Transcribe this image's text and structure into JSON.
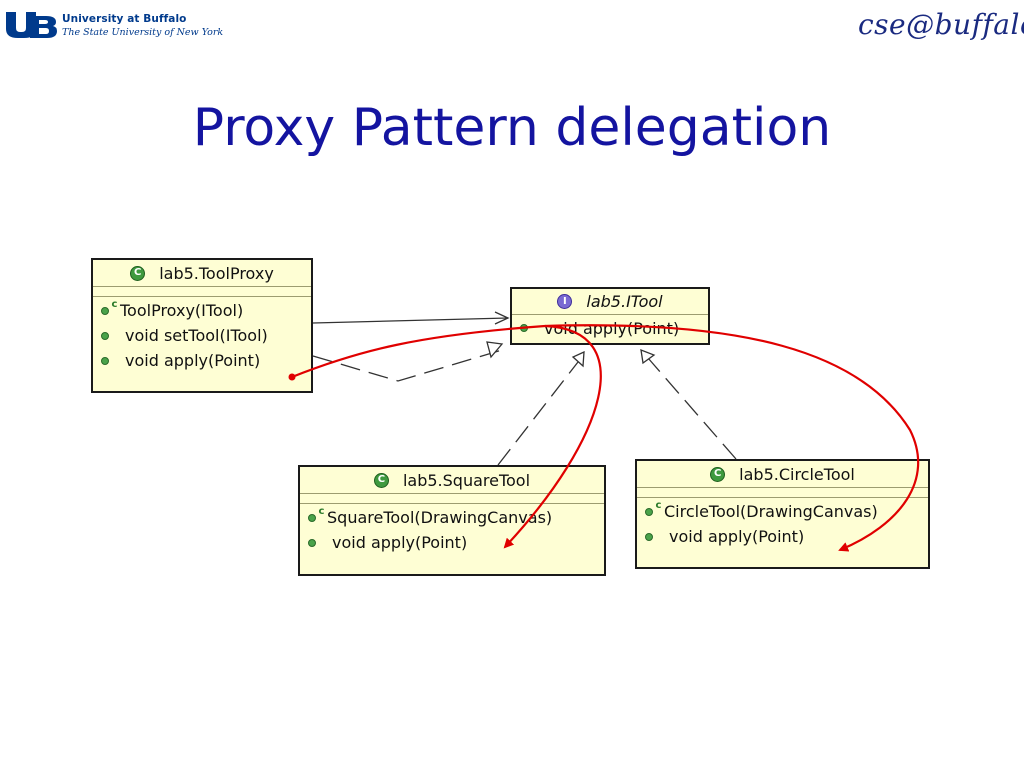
{
  "header": {
    "university_name": "University at Buffalo",
    "university_subtitle": "The State University of New York",
    "cse_logo_text": "cse@buffalo",
    "ub_logo_icon": "ub-monogram-icon"
  },
  "title": "Proxy Pattern delegation",
  "colors": {
    "title": "#1414a0",
    "box_fill": "#fefed4",
    "delegation_arrow": "#e00000",
    "ub_blue": "#003a8c"
  },
  "classes": {
    "toolproxy": {
      "name": "lab5.ToolProxy",
      "kind": "class",
      "icon": "class-icon",
      "operations": [
        {
          "label": "ToolProxy(ITool)",
          "constructor": true
        },
        {
          "label": "void setTool(ITool)",
          "constructor": false
        },
        {
          "label": "void apply(Point)",
          "constructor": false
        }
      ]
    },
    "itool": {
      "name": "lab5.ITool",
      "kind": "interface",
      "icon": "interface-icon",
      "operations": [
        {
          "label": "void apply(Point)",
          "constructor": false
        }
      ]
    },
    "squaretool": {
      "name": "lab5.SquareTool",
      "kind": "class",
      "icon": "class-icon",
      "operations": [
        {
          "label": "SquareTool(DrawingCanvas)",
          "constructor": true
        },
        {
          "label": "void apply(Point)",
          "constructor": false
        }
      ]
    },
    "circletool": {
      "name": "lab5.CircleTool",
      "kind": "class",
      "icon": "class-icon",
      "operations": [
        {
          "label": "CircleTool(DrawingCanvas)",
          "constructor": true
        },
        {
          "label": "void apply(Point)",
          "constructor": false
        }
      ]
    }
  },
  "icon_glyphs": {
    "class": "C",
    "interface": "I",
    "constructor_mark": "c"
  },
  "relationships": [
    {
      "from": "toolproxy",
      "to": "itool",
      "type": "association"
    },
    {
      "from": "toolproxy",
      "to": "itool",
      "type": "realization"
    },
    {
      "from": "squaretool",
      "to": "itool",
      "type": "realization"
    },
    {
      "from": "circletool",
      "to": "itool",
      "type": "realization"
    },
    {
      "from": "toolproxy.apply",
      "to": "itool.apply",
      "type": "delegation"
    },
    {
      "from": "itool.apply",
      "to": "squaretool.apply",
      "type": "delegation"
    },
    {
      "from": "itool.apply",
      "to": "circletool.apply",
      "type": "delegation"
    }
  ]
}
